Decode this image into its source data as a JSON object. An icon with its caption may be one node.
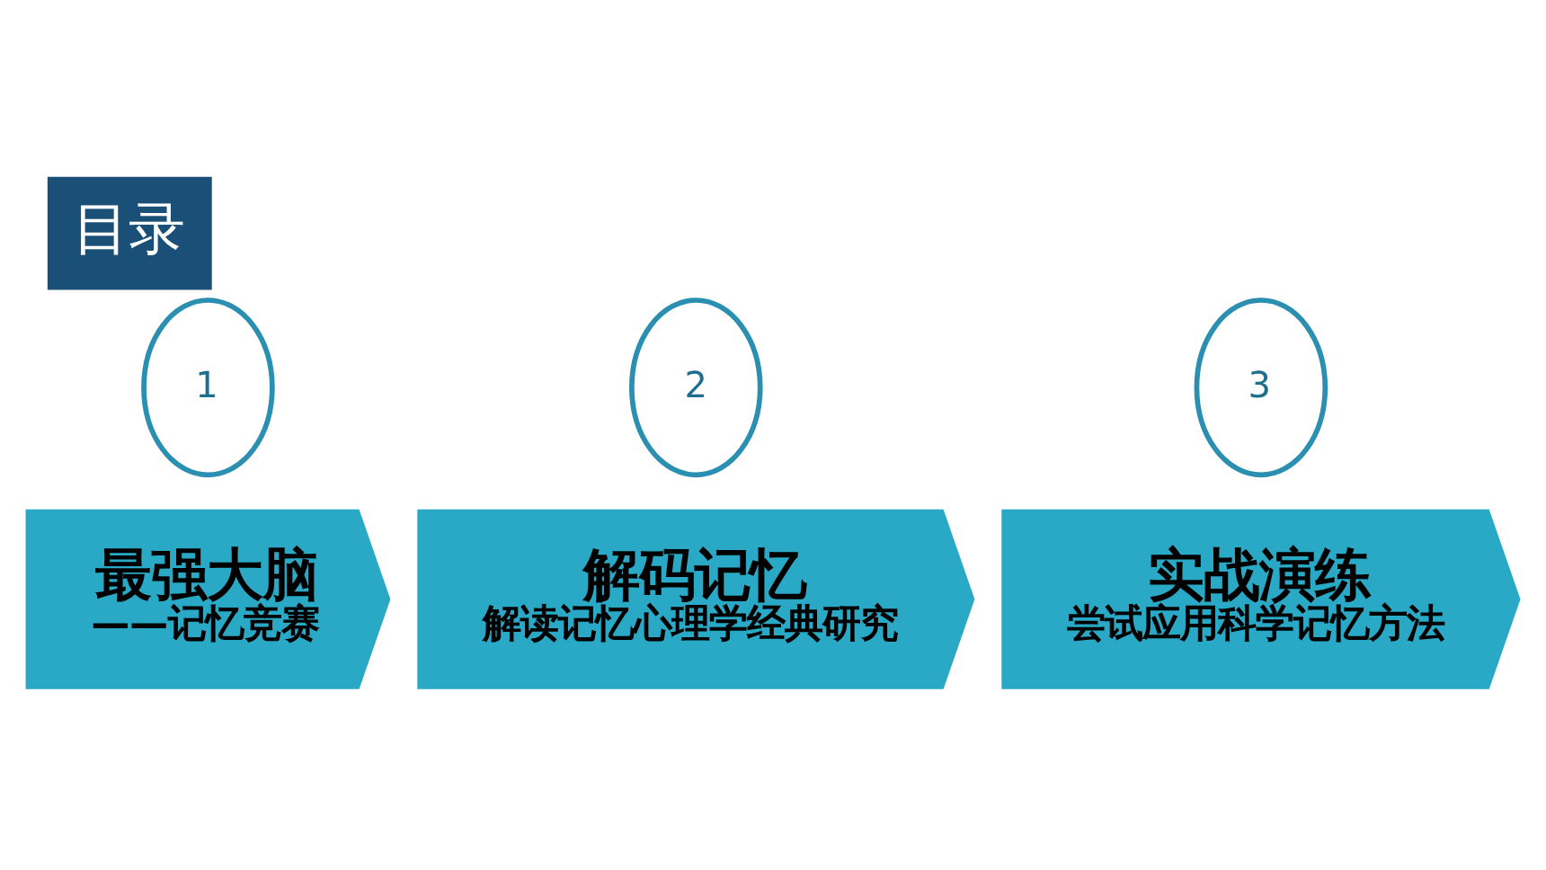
{
  "diagram": {
    "title": "目录",
    "nodes": [
      {
        "text": [
          "1"
        ]
      },
      {
        "text": [
          "最强大脑",
          "——记忆竞赛"
        ]
      },
      {
        "text": [
          "2"
        ]
      },
      {
        "text": [
          "解码记忆",
          "解读记忆心理学经典研究"
        ]
      },
      {
        "text": [
          "3"
        ]
      },
      {
        "text": [
          "实战演练",
          "尝试应用科学记忆方法"
        ]
      }
    ]
  }
}
